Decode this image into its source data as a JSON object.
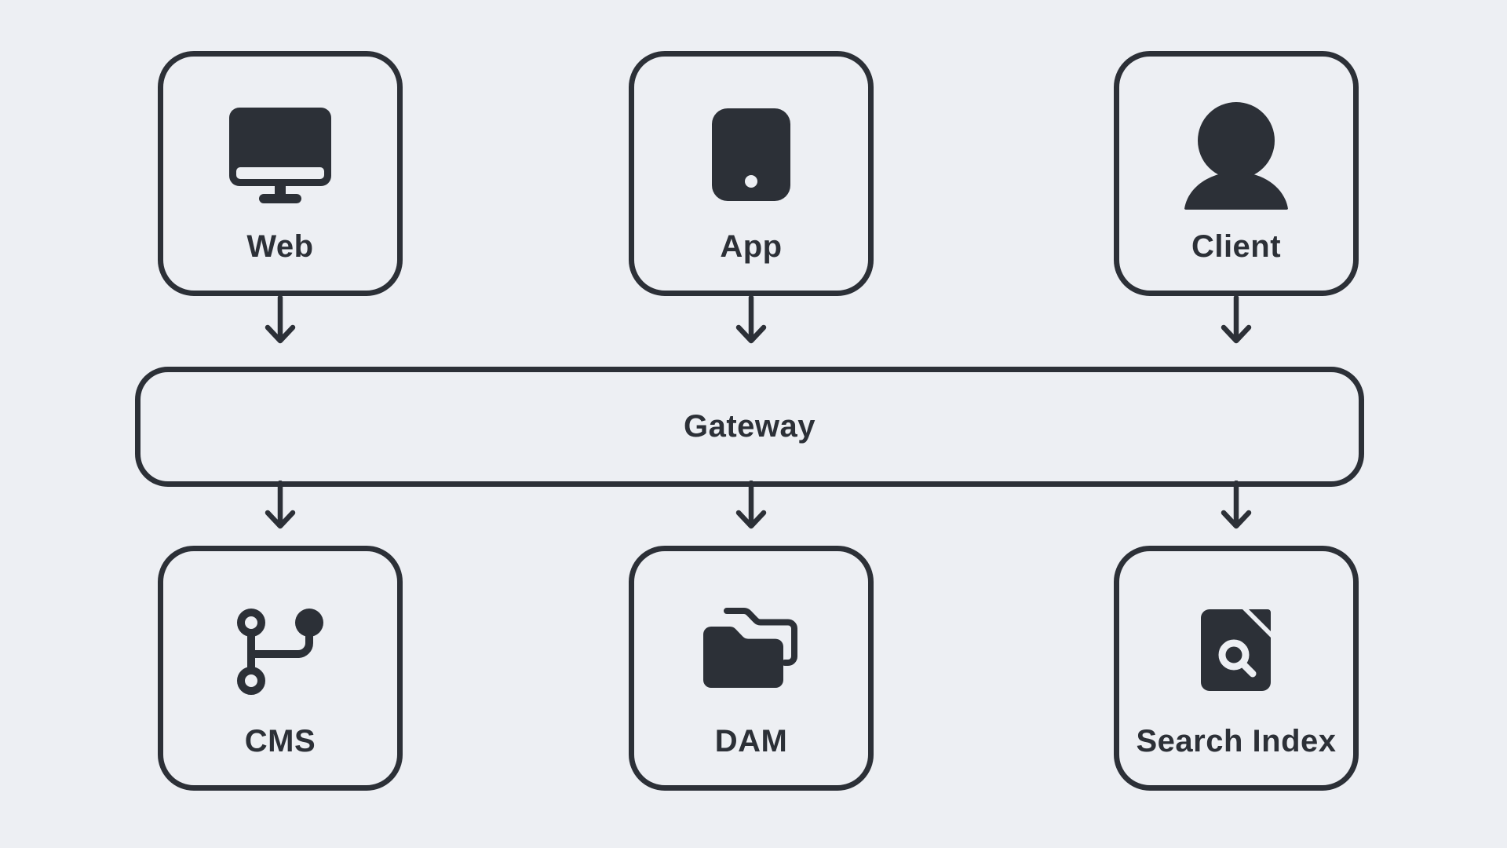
{
  "canvas": {
    "background_color": "#edeff3",
    "stroke_color": "#2c3037"
  },
  "nodes": {
    "top": [
      {
        "id": "web",
        "label": "Web",
        "icon": "monitor-icon"
      },
      {
        "id": "app",
        "label": "App",
        "icon": "tablet-icon"
      },
      {
        "id": "client",
        "label": "Client",
        "icon": "person-icon"
      }
    ],
    "middle": {
      "id": "gateway",
      "label": "Gateway"
    },
    "bottom": [
      {
        "id": "cms",
        "label": "CMS",
        "icon": "git-branch-icon"
      },
      {
        "id": "dam",
        "label": "DAM",
        "icon": "folder-icon"
      },
      {
        "id": "search-index",
        "label": "Search Index",
        "icon": "file-search-icon"
      }
    ]
  },
  "edges": [
    {
      "from": "Web",
      "to": "Gateway"
    },
    {
      "from": "App",
      "to": "Gateway"
    },
    {
      "from": "Client",
      "to": "Gateway"
    },
    {
      "from": "Gateway",
      "to": "CMS"
    },
    {
      "from": "Gateway",
      "to": "DAM"
    },
    {
      "from": "Gateway",
      "to": "Search Index"
    }
  ]
}
